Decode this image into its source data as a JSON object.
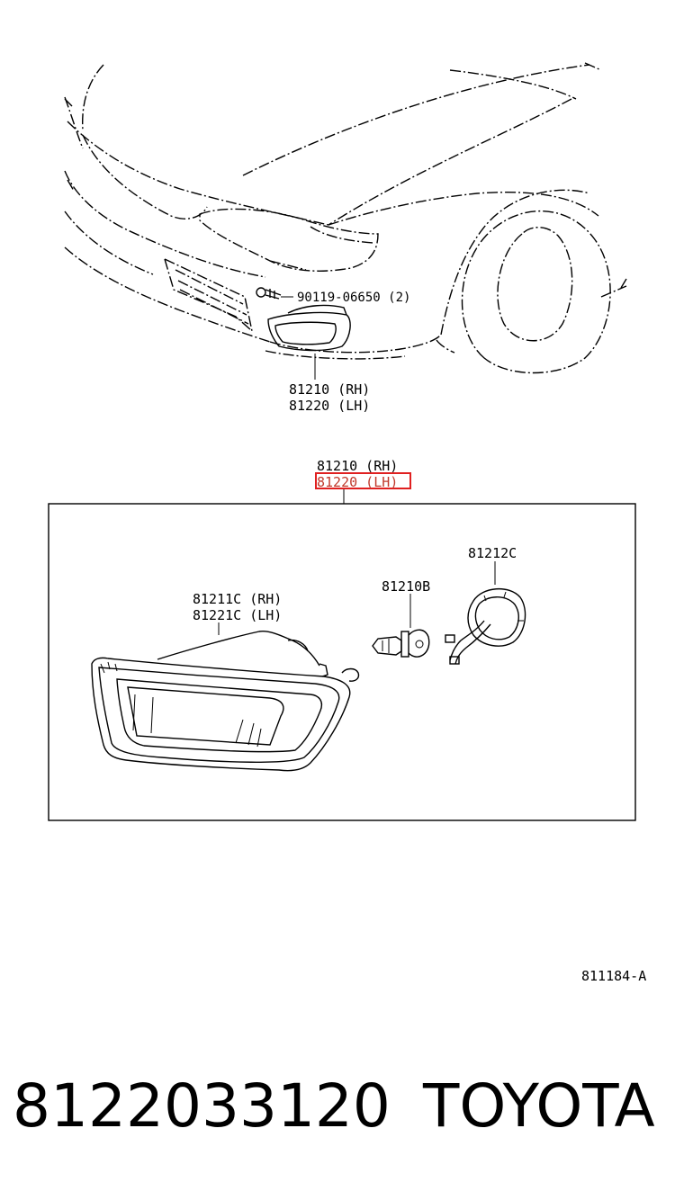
{
  "diagram_code": "811184-A",
  "car_view": {
    "bolt_label": "90119-06650 (2)",
    "assembly_rh": "81210 (RH)",
    "assembly_lh": "81220 (LH)"
  },
  "detail": {
    "assembly_rh": "81210 (RH)",
    "assembly_lh_highlighted": "81220 (LH)",
    "lens_rh": "81211C (RH)",
    "lens_lh": "81221C (LH)",
    "bulb": "81210B",
    "socket": "81212C"
  },
  "footer": {
    "part_number": "8122033120",
    "brand": "TOYOTA"
  },
  "colors": {
    "highlight_box": "#e02020",
    "line": "#000000"
  }
}
